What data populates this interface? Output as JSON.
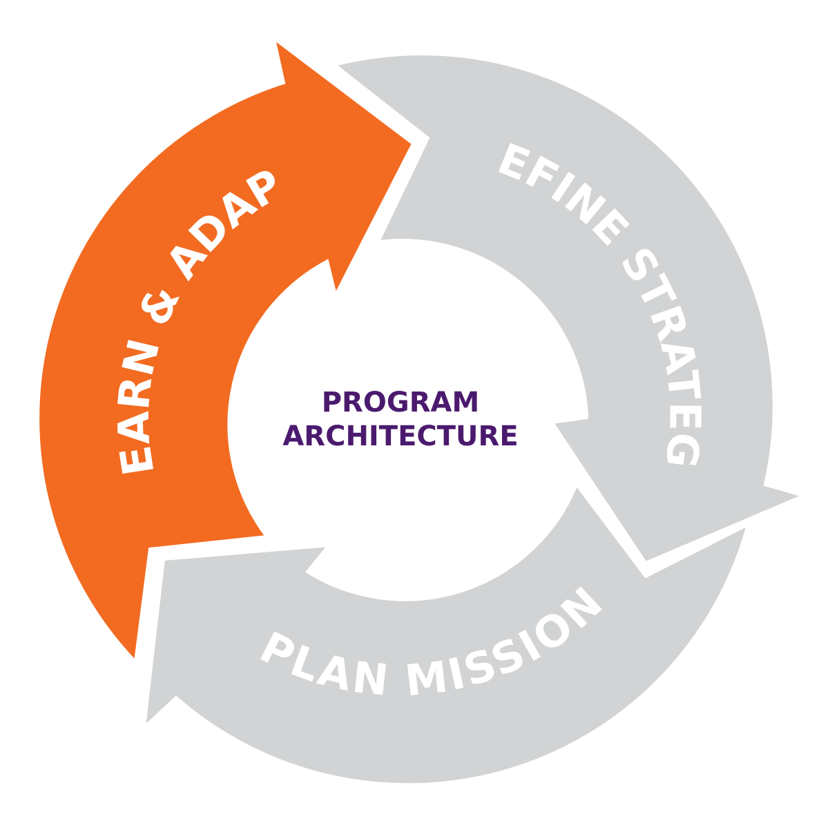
{
  "diagram": {
    "center": {
      "line1": "PROGRAM",
      "line2": "ARCHITECTURE"
    },
    "segments": [
      {
        "key": "learn",
        "label": "LEARN & ADAPT",
        "fill": "#F26B21"
      },
      {
        "key": "define",
        "label": "DEFINE STRATEGY",
        "fill": "#D1D3D4"
      },
      {
        "key": "plan",
        "label": "PLAN MISSION",
        "fill": "#D1D3D4"
      }
    ],
    "colors": {
      "label_text": "#FFFFFF",
      "center_text": "#4B1A6E",
      "background": "#FFFFFF"
    }
  }
}
